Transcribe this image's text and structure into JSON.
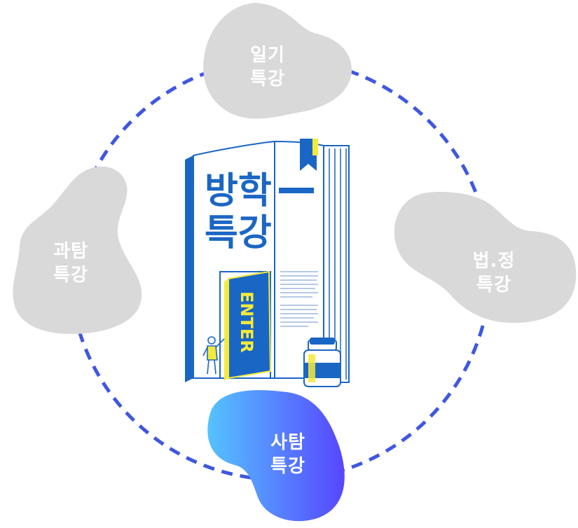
{
  "colors": {
    "ring": "#3f57e0",
    "blob_inactive": "#d9d9d9",
    "blob_active_start": "#55c3ff",
    "blob_active_end": "#5646ff",
    "book_blue": "#1a66c4",
    "accent_yellow": "#f4ea3a"
  },
  "nodes": [
    {
      "id": "diary",
      "line1": "일기",
      "line2": "특강",
      "active": false
    },
    {
      "id": "law-politics",
      "line1": "법.정",
      "line2": "특강",
      "active": false
    },
    {
      "id": "social",
      "line1": "사탐",
      "line2": "특강",
      "active": true
    },
    {
      "id": "science",
      "line1": "과탐",
      "line2": "특강",
      "active": false
    }
  ],
  "center": {
    "title_line1": "방학",
    "title_line2": "특강",
    "door_text": "ENTER",
    "icon": "open-book-illustration"
  }
}
